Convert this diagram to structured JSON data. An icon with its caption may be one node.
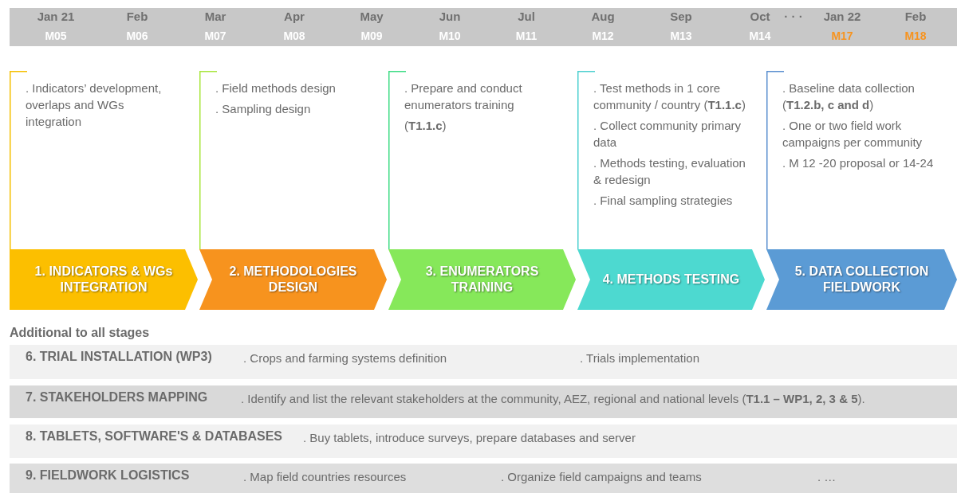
{
  "diagram": {
    "nodes": [
      {
        "text": [
          ". Indicators’ development, overlaps and WGs integration"
        ]
      },
      {
        "text": [
          ". Field methods design",
          ". Sampling design"
        ]
      },
      {
        "text": [
          ". Prepare and conduct enumerators training",
          "(**T1.1.c**)"
        ]
      },
      {
        "text": [
          ". Test methods in 1 core community / country (**T1.1.c**)",
          ". Collect community primary data",
          ". Methods testing, evaluation & redesign",
          ". Final sampling strategies"
        ]
      },
      {
        "text": [
          ". Baseline data collection (**T1.2.b, c and d**)",
          ". One or two field work campaigns per community",
          ". M 12 -20 proposal or 14-24"
        ]
      },
      {
        "text": [
          "1. INDICATORS & WGs INTEGRATION"
        ]
      },
      {
        "text": [
          "2. METHODOLOGIES DESIGN"
        ]
      },
      {
        "text": [
          "3. ENUMERATORS TRAINING"
        ]
      },
      {
        "text": [
          "4. METHODS TESTING"
        ]
      },
      {
        "text": [
          "5. DATA COLLECTION FIELDWORK"
        ]
      },
      {
        "text": [
          "6. TRIAL INSTALLATION (WP3)",
          ". Crops and farming systems definition",
          ". Trials implementation"
        ]
      },
      {
        "text": [
          "7. STAKEHOLDERS MAPPING",
          ". Identify and list the relevant stakeholders at the community, AEZ, regional and national levels (**T1.1 – WP1, 2, 3 & 5**)."
        ]
      },
      {
        "text": [
          "8. TABLETS, SOFTWARE'S & DATABASES",
          ". Buy tablets, introduce surveys, prepare databases and server"
        ]
      },
      {
        "text": [
          "9. FIELDWORK LOGISTICS",
          ". Map field countries resources",
          ". Organize field campaigns and teams",
          ". …"
        ]
      }
    ],
    "edges": [],
    "labels": [
      "Jan 21",
      "Feb",
      "Mar",
      "Apr",
      "May",
      "Jun",
      "Jul",
      "Aug",
      "Sep",
      "Oct",
      "· · ·",
      "Jan 22",
      "Feb",
      "M05",
      "M06",
      "M07",
      "M08",
      "M09",
      "M10",
      "M11",
      "M12",
      "M13",
      "M14",
      "M17",
      "M18",
      "Additional to all stages"
    ]
  }
}
